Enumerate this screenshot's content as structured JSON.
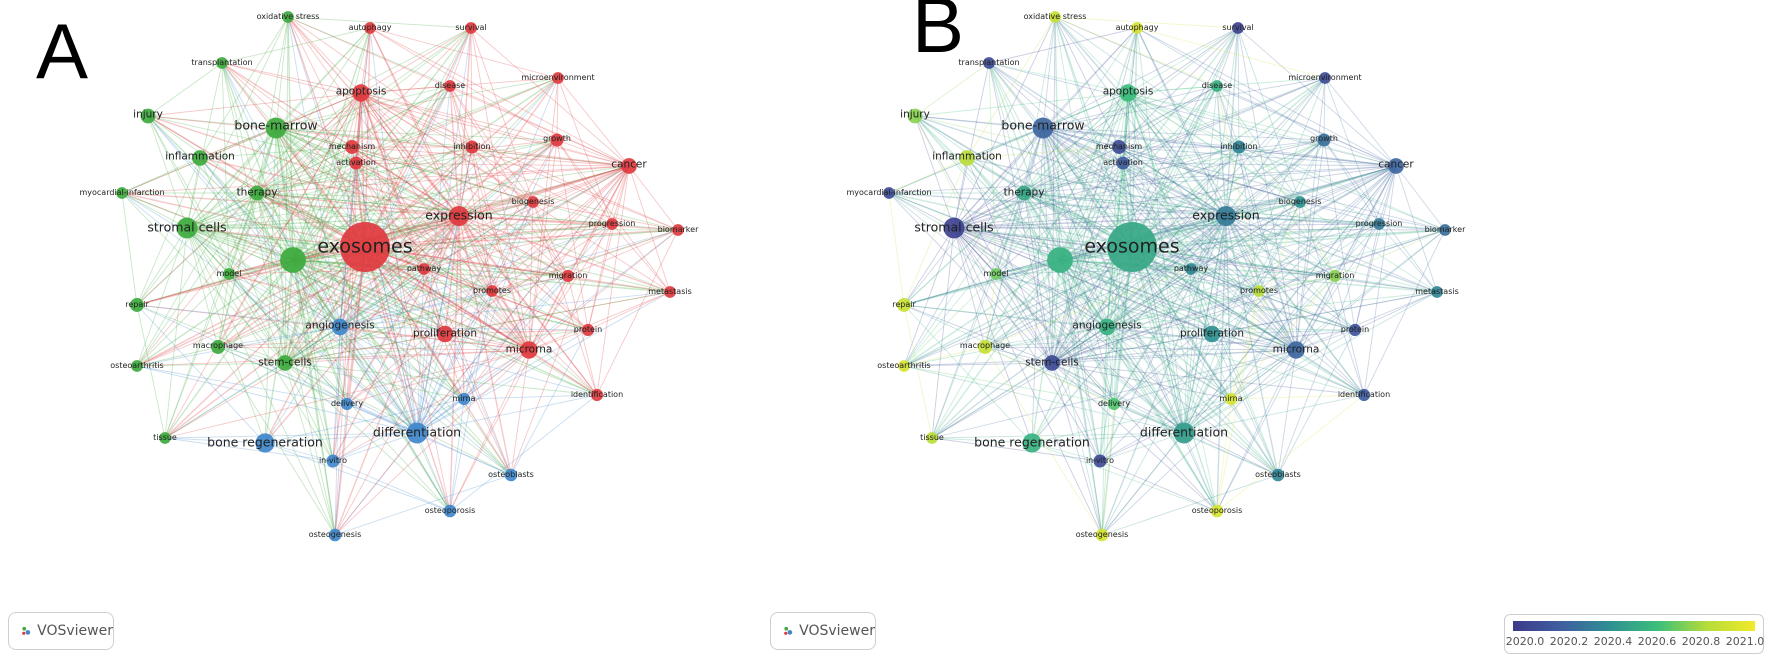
{
  "panels": [
    {
      "letter": "A",
      "software": "VOSviewer"
    },
    {
      "letter": "B",
      "software": "VOSviewer"
    }
  ],
  "clusters": {
    "red": "#e0393e",
    "green": "#3daa3d",
    "blue": "#3f87cc"
  },
  "timeline_colors": [
    "#3d3a8a",
    "#3f5fa0",
    "#2f8f92",
    "#3cbf7a",
    "#b5dc3a",
    "#f2ea2a"
  ],
  "colorbar": {
    "ticks": [
      "2020.0",
      "2020.2",
      "2020.4",
      "2020.6",
      "2020.8",
      "2021.0"
    ],
    "min": 2020.0,
    "max": 2021.1
  },
  "nodes": [
    {
      "label": "exosomes",
      "cluster": "red",
      "weight": 10,
      "year": 2020.55
    },
    {
      "label": "",
      "cluster": "green",
      "weight": 4.5,
      "year": 2020.6
    },
    {
      "label": "expression",
      "cluster": "red",
      "weight": 3.2,
      "year": 2020.35
    },
    {
      "label": "stromal cells",
      "cluster": "green",
      "weight": 3.4,
      "year": 2020.05
    },
    {
      "label": "bone-marrow",
      "cluster": "green",
      "weight": 3.4,
      "year": 2020.25
    },
    {
      "label": "differentiation",
      "cluster": "blue",
      "weight": 3.4,
      "year": 2020.5
    },
    {
      "label": "bone regeneration",
      "cluster": "blue",
      "weight": 3.0,
      "year": 2020.6
    },
    {
      "label": "apoptosis",
      "cluster": "red",
      "weight": 2.6,
      "year": 2020.65
    },
    {
      "label": "microrna",
      "cluster": "red",
      "weight": 2.6,
      "year": 2020.25
    },
    {
      "label": "proliferation",
      "cluster": "red",
      "weight": 2.4,
      "year": 2020.45
    },
    {
      "label": "angiogenesis",
      "cluster": "blue",
      "weight": 2.4,
      "year": 2020.6
    },
    {
      "label": "stem-cells",
      "cluster": "green",
      "weight": 2.2,
      "year": 2020.1
    },
    {
      "label": "inflammation",
      "cluster": "green",
      "weight": 2.2,
      "year": 2020.9
    },
    {
      "label": "therapy",
      "cluster": "green",
      "weight": 2.0,
      "year": 2020.55
    },
    {
      "label": "cancer",
      "cluster": "red",
      "weight": 2.2,
      "year": 2020.25
    },
    {
      "label": "injury",
      "cluster": "green",
      "weight": 2.0,
      "year": 2020.8
    },
    {
      "label": "repair",
      "cluster": "green",
      "weight": 1.8,
      "year": 2020.95
    },
    {
      "label": "macrophage",
      "cluster": "green",
      "weight": 1.8,
      "year": 2020.95
    },
    {
      "label": "mechanism",
      "cluster": "red",
      "weight": 1.8,
      "year": 2020.1
    },
    {
      "label": "activation",
      "cluster": "red",
      "weight": 1.6,
      "year": 2020.2
    },
    {
      "label": "inhibition",
      "cluster": "red",
      "weight": 1.6,
      "year": 2020.4
    },
    {
      "label": "growth",
      "cluster": "red",
      "weight": 1.6,
      "year": 2020.3
    },
    {
      "label": "in-vitro",
      "cluster": "blue",
      "weight": 1.6,
      "year": 2020.1
    },
    {
      "label": "osteoblasts",
      "cluster": "blue",
      "weight": 1.5,
      "year": 2020.4
    },
    {
      "label": "osteoporosis",
      "cluster": "blue",
      "weight": 1.5,
      "year": 2021.0
    },
    {
      "label": "osteogenesis",
      "cluster": "blue",
      "weight": 1.5,
      "year": 2021.0
    },
    {
      "label": "mirna",
      "cluster": "blue",
      "weight": 1.4,
      "year": 2021.0
    },
    {
      "label": "delivery",
      "cluster": "blue",
      "weight": 1.4,
      "year": 2020.7
    },
    {
      "label": "identification",
      "cluster": "red",
      "weight": 1.4,
      "year": 2020.2
    },
    {
      "label": "protein",
      "cluster": "red",
      "weight": 1.4,
      "year": 2020.15
    },
    {
      "label": "migration",
      "cluster": "red",
      "weight": 1.4,
      "year": 2020.8
    },
    {
      "label": "metastasis",
      "cluster": "red",
      "weight": 1.3,
      "year": 2020.4
    },
    {
      "label": "biomarker",
      "cluster": "red",
      "weight": 1.3,
      "year": 2020.3
    },
    {
      "label": "progression",
      "cluster": "red",
      "weight": 1.3,
      "year": 2020.35
    },
    {
      "label": "biogenesis",
      "cluster": "red",
      "weight": 1.3,
      "year": 2020.45
    },
    {
      "label": "pathway",
      "cluster": "red",
      "weight": 1.3,
      "year": 2020.4
    },
    {
      "label": "promotes",
      "cluster": "red",
      "weight": 1.3,
      "year": 2020.9
    },
    {
      "label": "model",
      "cluster": "green",
      "weight": 1.3,
      "year": 2020.75
    },
    {
      "label": "myocardial-infarction",
      "cluster": "green",
      "weight": 1.3,
      "year": 2020.1
    },
    {
      "label": "osteoarthritis",
      "cluster": "green",
      "weight": 1.3,
      "year": 2021.0
    },
    {
      "label": "tissue",
      "cluster": "green",
      "weight": 1.3,
      "year": 2020.9
    },
    {
      "label": "transplantation",
      "cluster": "green",
      "weight": 1.3,
      "year": 2020.1
    },
    {
      "label": "oxidative stress",
      "cluster": "green",
      "weight": 1.3,
      "year": 2020.95
    },
    {
      "label": "autophagy",
      "cluster": "red",
      "weight": 1.3,
      "year": 2021.0
    },
    {
      "label": "survival",
      "cluster": "red",
      "weight": 1.3,
      "year": 2020.05
    },
    {
      "label": "microenvironment",
      "cluster": "red",
      "weight": 1.3,
      "year": 2020.1
    },
    {
      "label": "disease",
      "cluster": "red",
      "weight": 1.3,
      "year": 2020.6
    }
  ]
}
